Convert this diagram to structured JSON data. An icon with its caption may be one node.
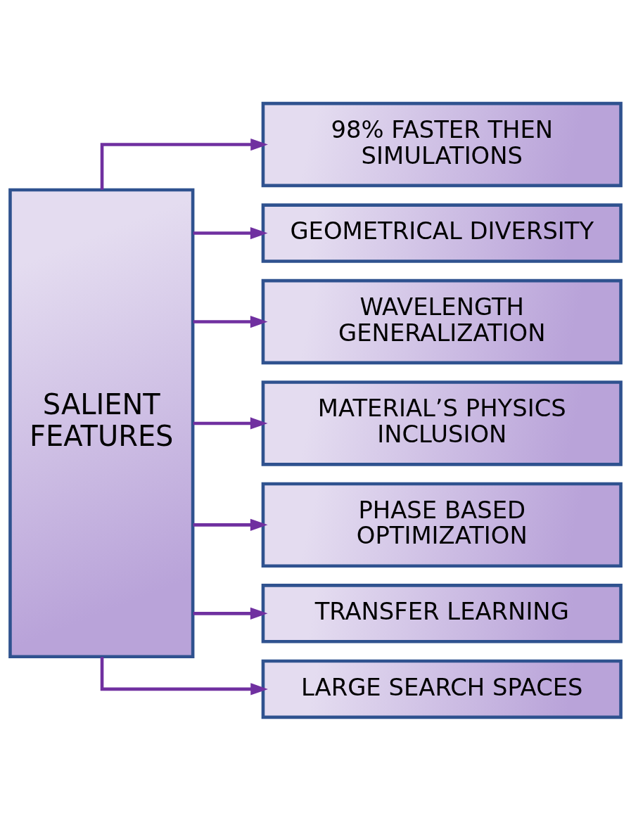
{
  "diagram": {
    "nodes": [
      {
        "text": [
          "SALIENT FEATURES"
        ]
      },
      {
        "text": [
          "98% FASTER THEN SIMULATIONS"
        ]
      },
      {
        "text": [
          "GEOMETRICAL DIVERSITY"
        ]
      },
      {
        "text": [
          "WAVELENGTH GENERALIZATION"
        ]
      },
      {
        "text": [
          "MATERIAL’S PHYSICS INCLUSION"
        ]
      },
      {
        "text": [
          "PHASE BASED OPTIMIZATION"
        ]
      },
      {
        "text": [
          "TRANSFER LEARNING"
        ]
      },
      {
        "text": [
          "LARGE SEARCH SPACES"
        ]
      }
    ],
    "edges": [
      {
        "from": 0,
        "to": 1,
        "arrow": "to"
      },
      {
        "from": 0,
        "to": 2,
        "arrow": "to"
      },
      {
        "from": 0,
        "to": 3,
        "arrow": "to"
      },
      {
        "from": 0,
        "to": 4,
        "arrow": "to"
      },
      {
        "from": 0,
        "to": 5,
        "arrow": "to"
      },
      {
        "from": 0,
        "to": 6,
        "arrow": "to"
      },
      {
        "from": 0,
        "to": 7,
        "arrow": "to"
      }
    ]
  }
}
